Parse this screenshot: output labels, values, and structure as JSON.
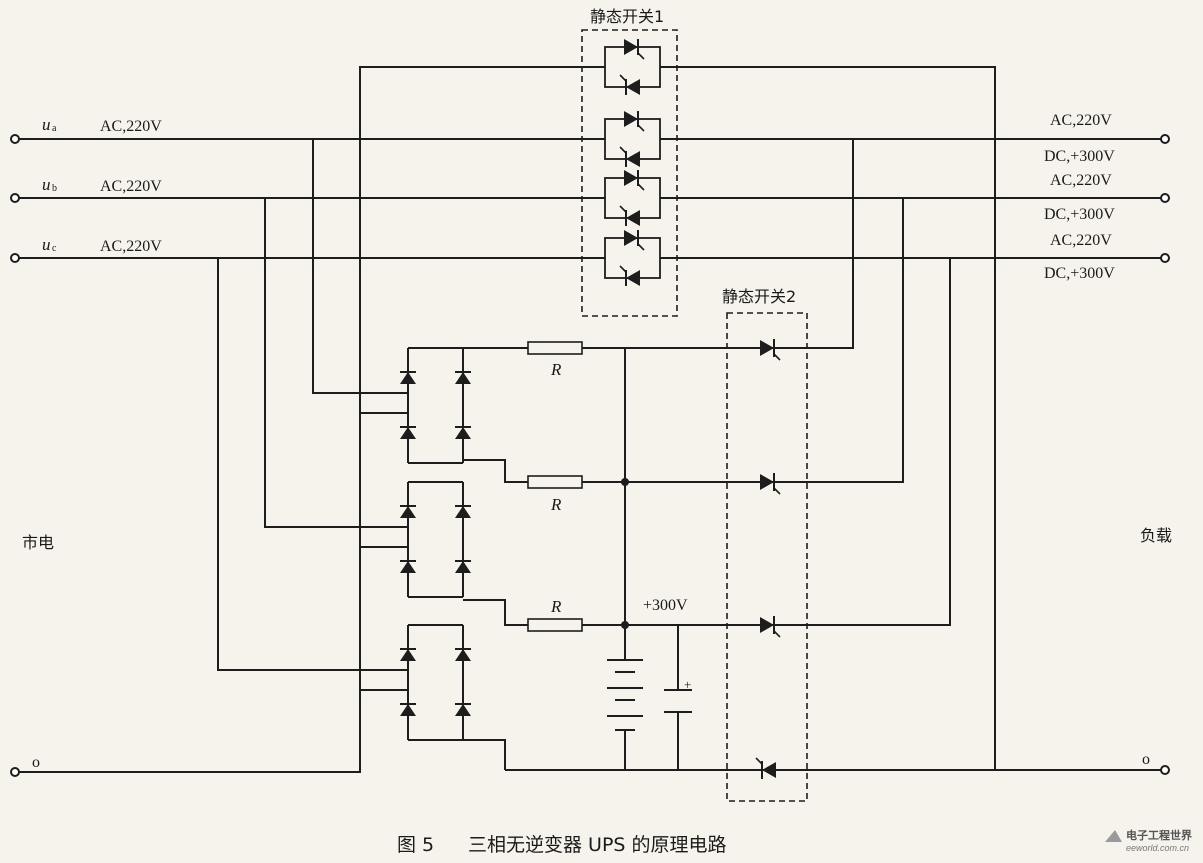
{
  "inputs": [
    {
      "symbol": "u",
      "subscript": "a",
      "label": "AC,220V"
    },
    {
      "symbol": "u",
      "subscript": "b",
      "label": "AC,220V"
    },
    {
      "symbol": "u",
      "subscript": "c",
      "label": "AC,220V"
    },
    {
      "symbol": "o"
    }
  ],
  "outputs": [
    {
      "ac": "AC,220V",
      "dc": "DC,+300V"
    },
    {
      "ac": "AC,220V",
      "dc": "DC,+300V"
    },
    {
      "ac": "AC,220V",
      "dc": "DC,+300V"
    },
    {
      "symbol": "o"
    }
  ],
  "static_switch_1": "静态开关1",
  "static_switch_2": "静态开关2",
  "resistor_label": "R",
  "dc_bus_label": "+300V",
  "capacitor_polarity": "+",
  "mains_label": "市电",
  "load_label": "负载",
  "caption": {
    "figure": "图 5",
    "title": "三相无逆变器 UPS 的原理电路"
  },
  "watermark": {
    "cn": "电子工程世界",
    "en": "eeworld.com.cn"
  }
}
